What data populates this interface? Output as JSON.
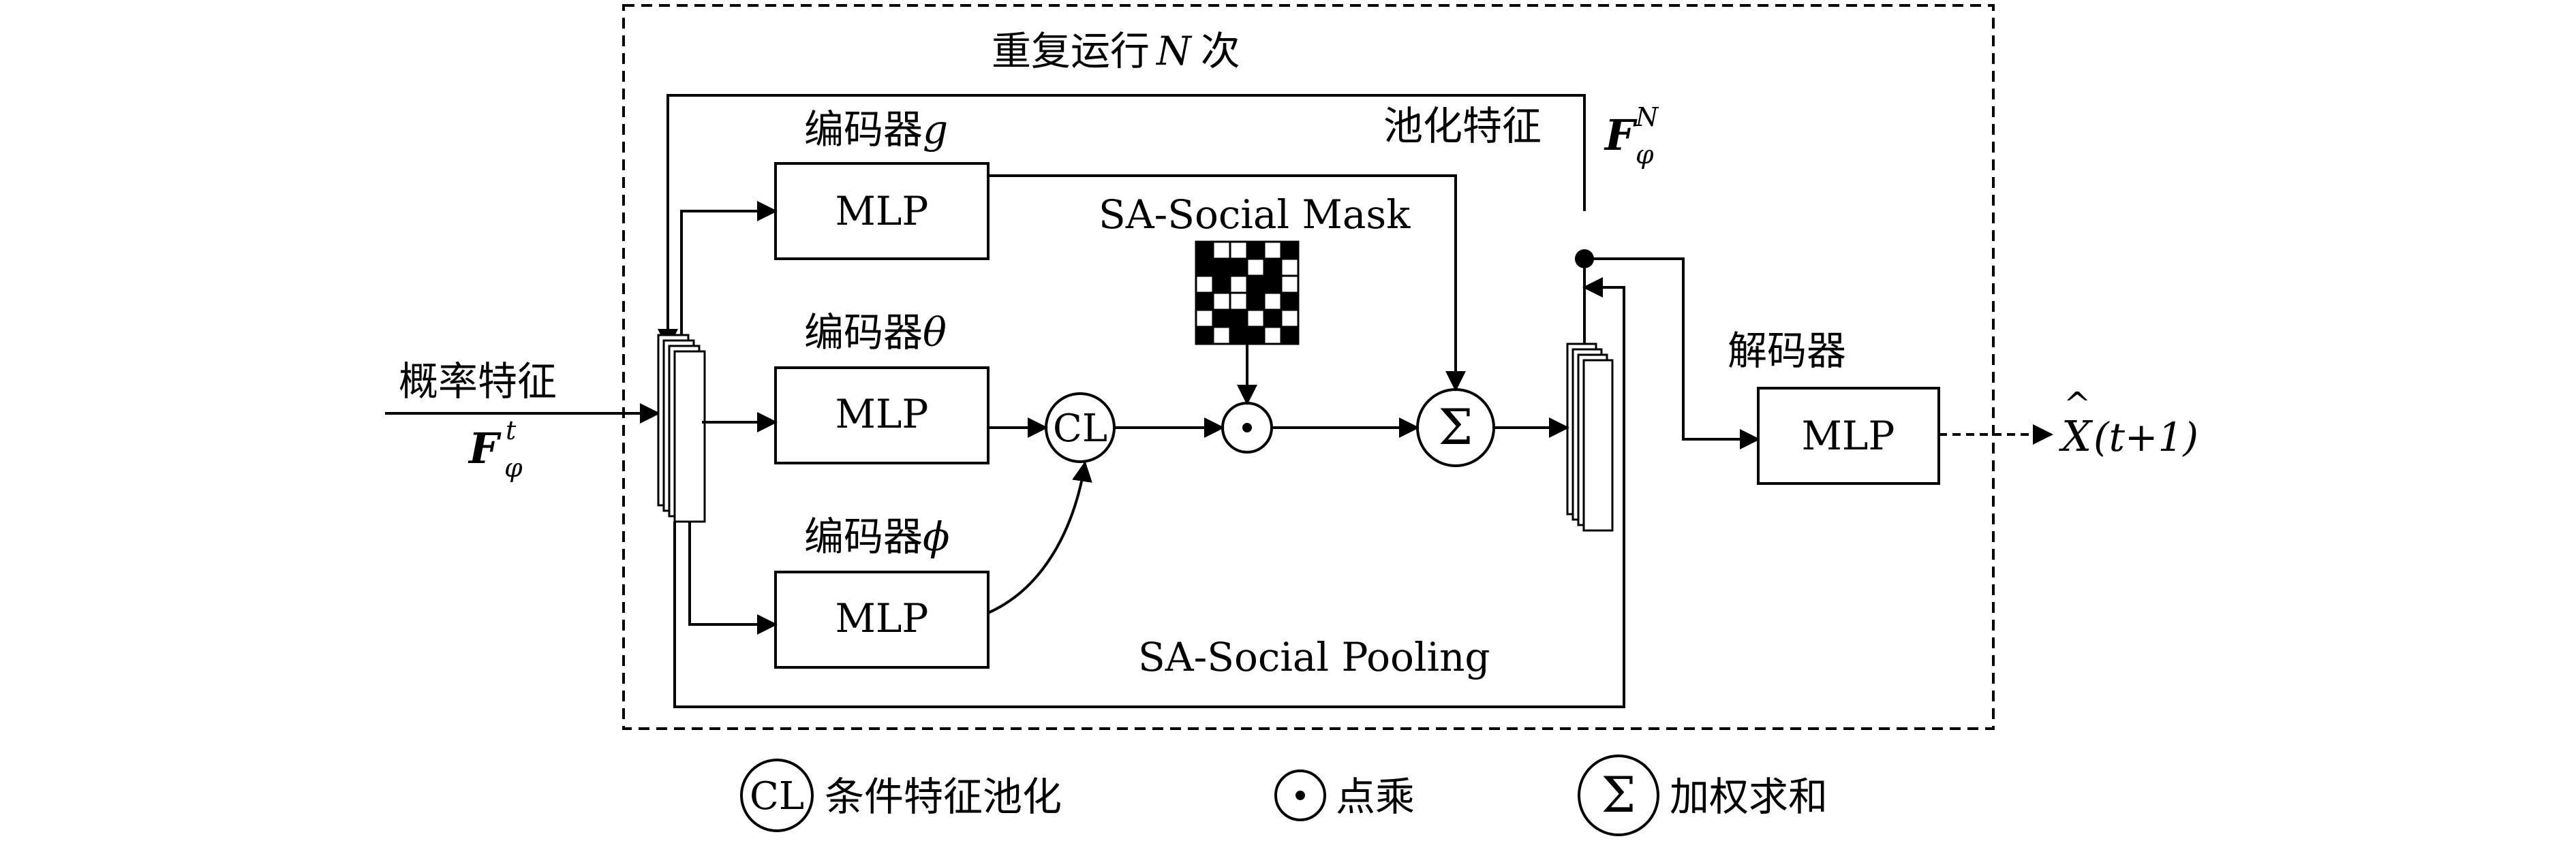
{
  "outer_box": {
    "repeat_label": "重复运行",
    "repeat_var": "N",
    "repeat_suffix": "次"
  },
  "input": {
    "label": "概率特征",
    "symbol": "F",
    "sub": "φ",
    "sup": "t"
  },
  "encoder_g": {
    "label": "编码器",
    "var": "g",
    "block": "MLP"
  },
  "encoder_theta": {
    "label": "编码器",
    "var": "θ",
    "block": "MLP"
  },
  "encoder_phi": {
    "label": "编码器",
    "var": "ϕ",
    "block": "MLP"
  },
  "cl_node": {
    "label": "CL"
  },
  "dot_node": {
    "label": "⊙"
  },
  "sum_node": {
    "label": "Σ"
  },
  "mask": {
    "title": "SA-Social Mask",
    "grid": [
      [
        1,
        0,
        0,
        1,
        0,
        1
      ],
      [
        1,
        1,
        1,
        0,
        1,
        0
      ],
      [
        0,
        1,
        0,
        1,
        1,
        0
      ],
      [
        1,
        0,
        0,
        1,
        0,
        1
      ],
      [
        0,
        1,
        1,
        0,
        1,
        0
      ],
      [
        1,
        0,
        1,
        1,
        0,
        1
      ]
    ]
  },
  "pool_feature": {
    "label": "池化特征",
    "symbol": "F",
    "sub": "φ",
    "sup": "N"
  },
  "pooling_label": "SA-Social Pooling",
  "decoder": {
    "label": "解码器",
    "block": "MLP"
  },
  "output": {
    "hat": "X",
    "args": "(t+1)"
  },
  "legend": [
    {
      "symbol": "CL",
      "text": "条件特征池化"
    },
    {
      "symbol": "⊙",
      "text": "点乘"
    },
    {
      "symbol": "Σ",
      "text": "加权求和"
    }
  ]
}
